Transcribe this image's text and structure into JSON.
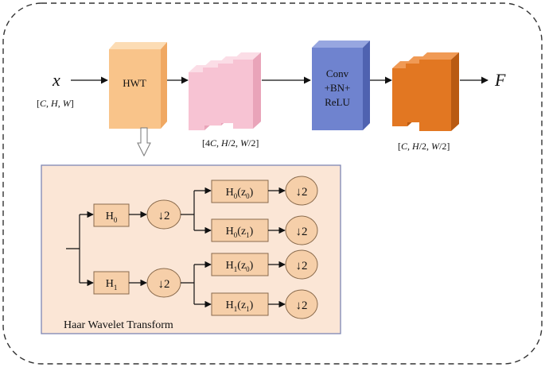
{
  "input": {
    "symbol": "x",
    "shape": {
      "open": "[",
      "c": "C",
      "sep1": ", ",
      "h": "H",
      "sep2": ", ",
      "w": "W",
      "close": "]"
    }
  },
  "hwt_block": {
    "label": "HWT"
  },
  "mid_tensor": {
    "shape": {
      "open": "[4",
      "c": "C",
      "sep1": ", ",
      "h": "H",
      "mid": "/2, ",
      "w": "W",
      "close": "/2]"
    }
  },
  "conv_block": {
    "line1": "Conv",
    "line2": "+BN+",
    "line3": "ReLU"
  },
  "out_tensor": {
    "shape": {
      "open": "[",
      "c": "C",
      "sep1": ", ",
      "h": "H",
      "mid": "/2, ",
      "w": "W",
      "close": "/2]"
    }
  },
  "output": {
    "symbol": "F"
  },
  "haar": {
    "title": "Haar Wavelet Transform",
    "h0": {
      "main": "H",
      "sub": "0"
    },
    "h1": {
      "main": "H",
      "sub": "1"
    },
    "down": "↓2",
    "h0z0": {
      "a": "H",
      "as": "0",
      "b": "(z",
      "bs": "0",
      "c": ")"
    },
    "h0z1": {
      "a": "H",
      "as": "0",
      "b": "(z",
      "bs": "1",
      "c": ")"
    },
    "h1z0": {
      "a": "H",
      "as": "1",
      "b": "(z",
      "bs": "0",
      "c": ")"
    },
    "h1z1": {
      "a": "H",
      "as": "1",
      "b": "(z",
      "bs": "1",
      "c": ")"
    }
  },
  "colors": {
    "hwt_front": "#f9c48a",
    "hwt_top": "#fcdcb4",
    "hwt_side": "#f0a862",
    "pink_front": "#f7c3d3",
    "pink_top": "#fbdde6",
    "pink_side": "#e9a4b9",
    "conv_front": "#6f83cf",
    "conv_top": "#97a6e0",
    "conv_side": "#4f62b0",
    "orange_front": "#e27722",
    "orange_top": "#f09a55",
    "orange_side": "#b95a12",
    "panel_fill": "#fbe6d6",
    "panel_stroke": "#7e86b4",
    "node_fill": "#f6cfa9",
    "node_stroke": "#8a6b4d"
  }
}
